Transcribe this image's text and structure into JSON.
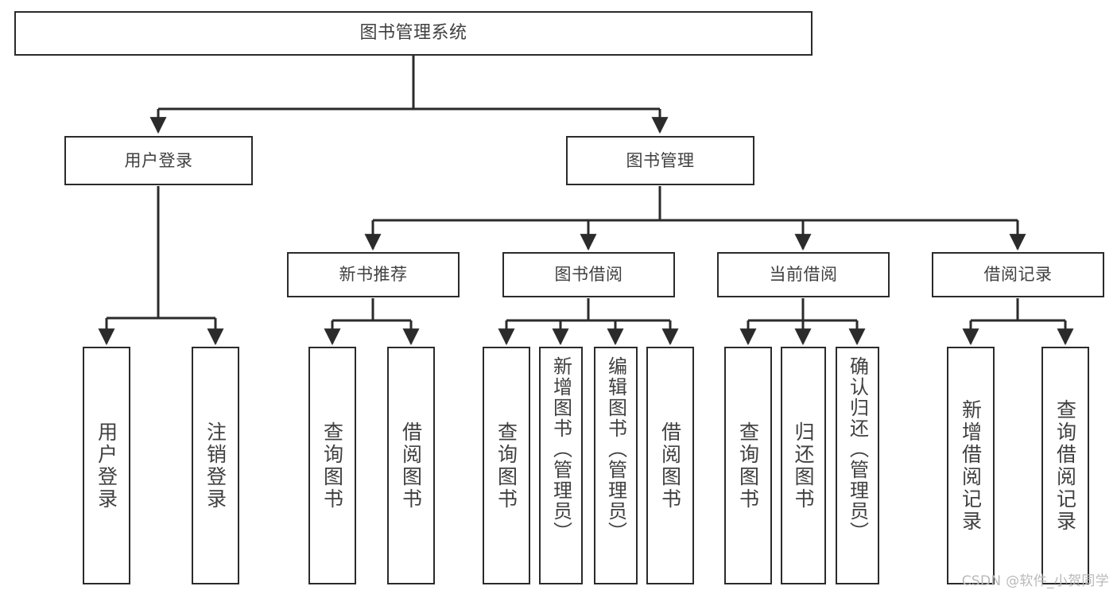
{
  "diagram": {
    "title": "图书管理系统",
    "type": "hierarchy-tree",
    "root": {
      "id": "root",
      "label": "图书管理系统"
    },
    "level2": [
      {
        "id": "user-login",
        "label": "用户登录"
      },
      {
        "id": "book-manage",
        "label": "图书管理"
      }
    ],
    "level3": [
      {
        "id": "new-book-rec",
        "label": "新书推荐",
        "parent": "book-manage"
      },
      {
        "id": "book-borrow",
        "label": "图书借阅",
        "parent": "book-manage"
      },
      {
        "id": "current-borrow",
        "label": "当前借阅",
        "parent": "book-manage"
      },
      {
        "id": "borrow-record",
        "label": "借阅记录",
        "parent": "book-manage"
      }
    ],
    "leaves": [
      {
        "id": "leaf-user-login",
        "label": "用户登录",
        "parent": "user-login"
      },
      {
        "id": "leaf-user-logout",
        "label": "注销登录",
        "parent": "user-login"
      },
      {
        "id": "leaf-query-book-1",
        "label": "查询图书",
        "parent": "new-book-rec"
      },
      {
        "id": "leaf-borrow-book-1",
        "label": "借阅图书",
        "parent": "new-book-rec"
      },
      {
        "id": "leaf-query-book-2",
        "label": "查询图书",
        "parent": "book-borrow"
      },
      {
        "id": "leaf-add-book",
        "label": "新增图书（管理员）",
        "parent": "book-borrow"
      },
      {
        "id": "leaf-edit-book",
        "label": "编辑图书（管理员）",
        "parent": "book-borrow"
      },
      {
        "id": "leaf-borrow-book-2",
        "label": "借阅图书",
        "parent": "book-borrow"
      },
      {
        "id": "leaf-query-book-3",
        "label": "查询图书",
        "parent": "current-borrow"
      },
      {
        "id": "leaf-return-book",
        "label": "归还图书",
        "parent": "current-borrow"
      },
      {
        "id": "leaf-confirm-return",
        "label": "确认归还（管理员）",
        "parent": "current-borrow"
      },
      {
        "id": "leaf-add-record",
        "label": "新增借阅记录",
        "parent": "borrow-record"
      },
      {
        "id": "leaf-query-record",
        "label": "查询借阅记录",
        "parent": "borrow-record"
      }
    ]
  },
  "colors": {
    "border": "#2b2b2b",
    "text": "#404040",
    "background": "#ffffff",
    "connector": "#2b2b2b",
    "watermark": "#b9b9b9"
  },
  "watermark": {
    "text": "CSDN @软件_小贺同学"
  }
}
